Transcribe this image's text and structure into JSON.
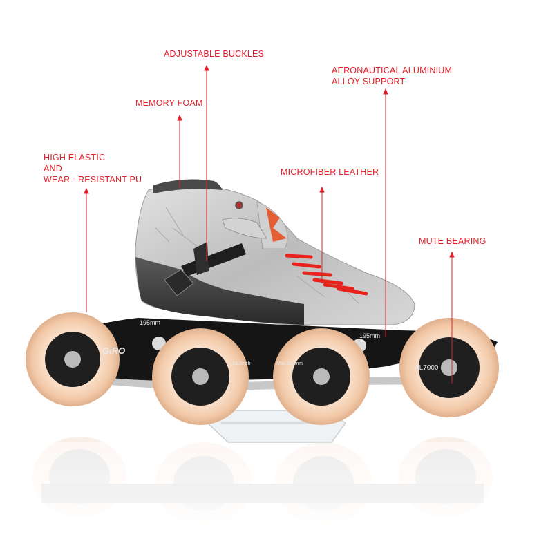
{
  "labels": {
    "high_elastic_line1": "HIGH ELASTIC",
    "high_elastic_line2": "AND",
    "high_elastic_line3": "WEAR - RESISTANT PU",
    "memory_foam": "MEMORY FOAM",
    "adjustable_buckles": "ADJUSTABLE BUCKLES",
    "aero_line1": "AERONAUTICAL ALUMINIUM",
    "aero_line2": "ALLOY SUPPORT",
    "microfiber": "MICROFIBER LEATHER",
    "mute_bearing": "MUTE BEARING"
  },
  "frame_text": {
    "brand": "GiRO",
    "size_left": "195mm",
    "size_right": "195mm",
    "length": "13.2inch",
    "max_wheel": "Max.110mm",
    "model": "AL7000"
  },
  "colors": {
    "accent": "#e3202a",
    "boot": "#c9c9c9",
    "frame": "#1a1a1a",
    "wheel": "#f1cdb3",
    "laces": "#e8231c"
  }
}
